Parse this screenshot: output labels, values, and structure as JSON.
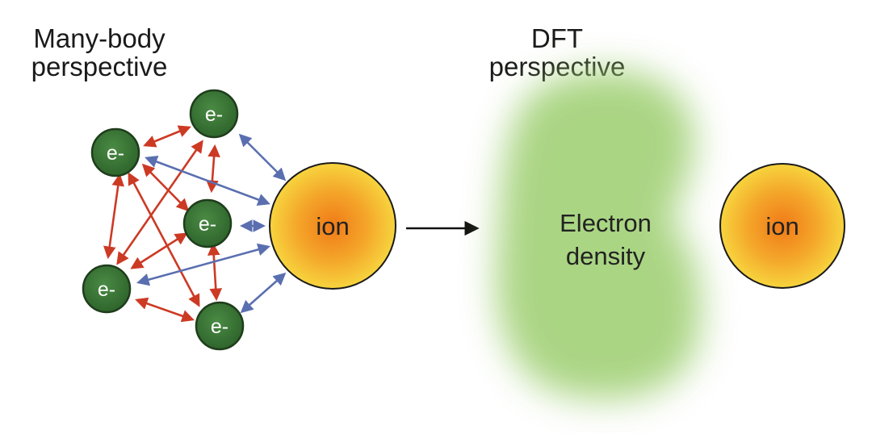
{
  "left_panel": {
    "title_line1": "Many-body",
    "title_line2": "perspective",
    "electron_label": "e-",
    "ion_label": "ion"
  },
  "right_panel": {
    "title_line1": "DFT",
    "title_line2": "perspective",
    "density_line1": "Electron",
    "density_line2": "density",
    "ion_label": "ion"
  },
  "colors": {
    "electron_fill": "#3f7a3a",
    "electron_stroke": "#1f3d1c",
    "electron_electron_arrow": "#cc3a24",
    "electron_ion_arrow": "#5a6fb0",
    "ion_core": "#f08a1c",
    "ion_edge": "#f6d23c",
    "density_cloud": "#9cce6e",
    "transition_arrow": "#111111"
  },
  "icons": {
    "transition": "right-arrow-icon"
  }
}
